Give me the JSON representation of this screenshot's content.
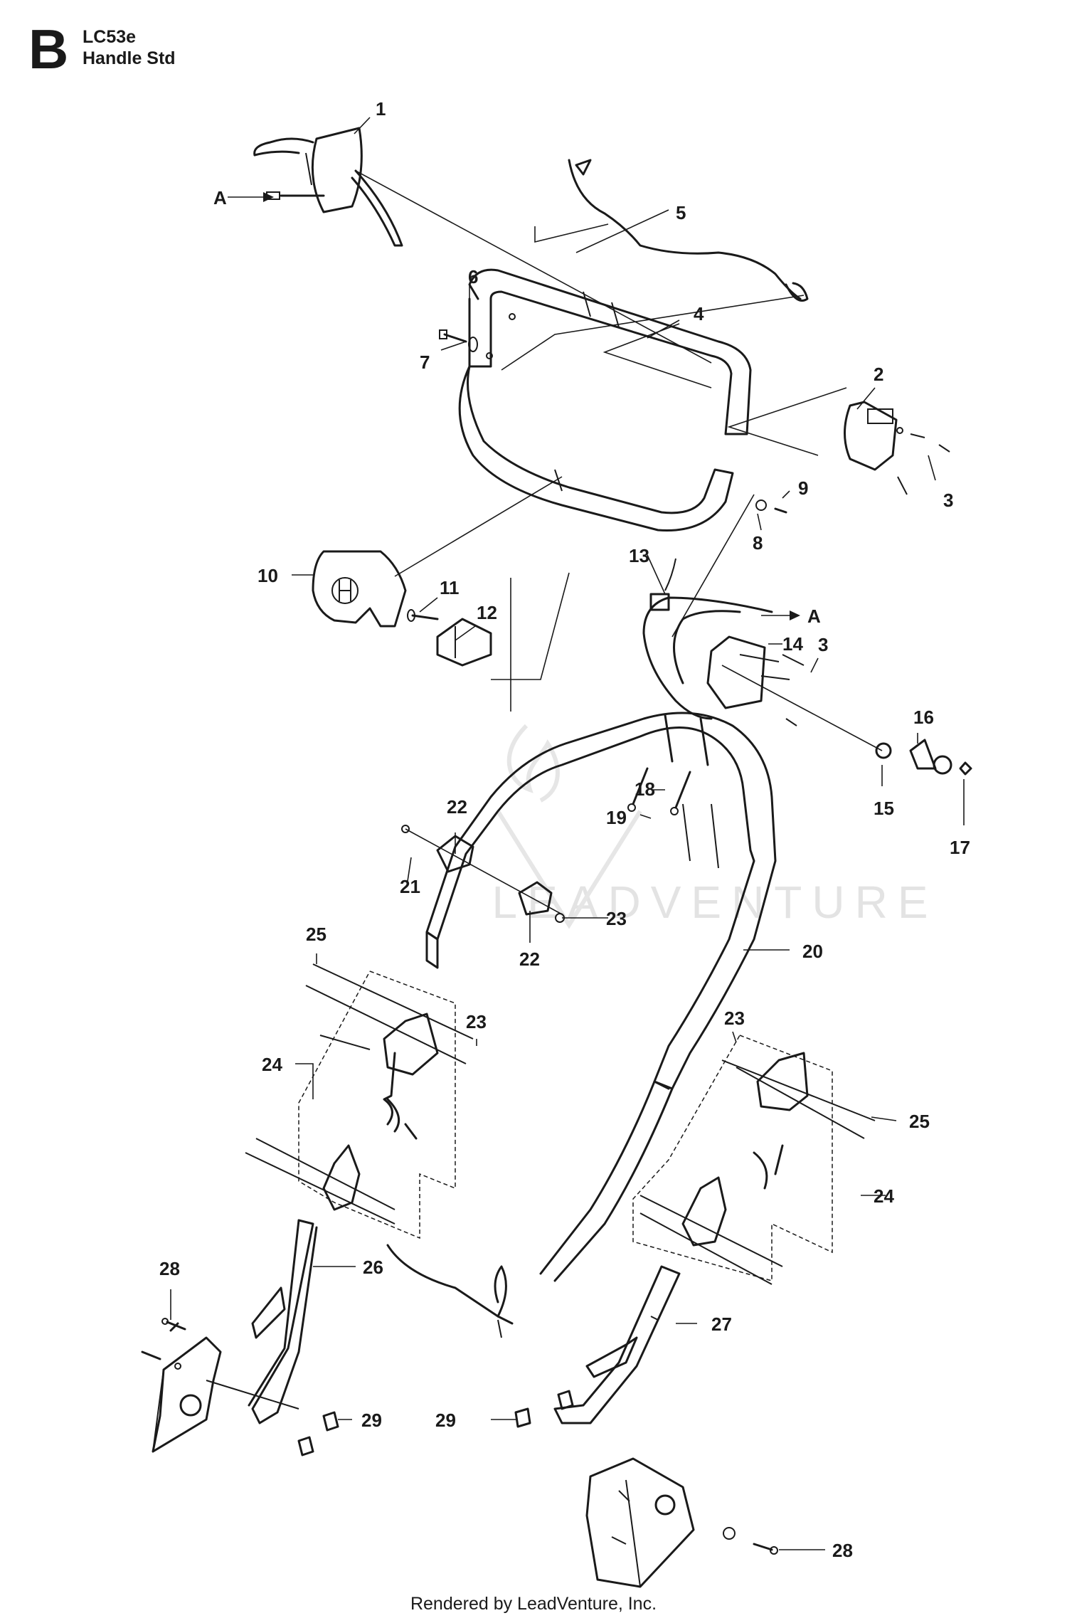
{
  "header": {
    "section_letter": "B",
    "model": "LC53e",
    "title": "Handle Std"
  },
  "watermark": "LEADVENTURE",
  "footer": "Rendered by LeadVenture, Inc.",
  "callouts": [
    {
      "id": "c1",
      "text": "1"
    },
    {
      "id": "c2",
      "text": "2"
    },
    {
      "id": "c3a",
      "text": "3"
    },
    {
      "id": "c3b",
      "text": "3"
    },
    {
      "id": "c4",
      "text": "4"
    },
    {
      "id": "c5",
      "text": "5"
    },
    {
      "id": "c6",
      "text": "6"
    },
    {
      "id": "c7",
      "text": "7"
    },
    {
      "id": "c8",
      "text": "8"
    },
    {
      "id": "c9",
      "text": "9"
    },
    {
      "id": "c10",
      "text": "10"
    },
    {
      "id": "c11",
      "text": "11"
    },
    {
      "id": "c12",
      "text": "12"
    },
    {
      "id": "c13",
      "text": "13"
    },
    {
      "id": "c14",
      "text": "14"
    },
    {
      "id": "c15",
      "text": "15"
    },
    {
      "id": "c16",
      "text": "16"
    },
    {
      "id": "c17",
      "text": "17"
    },
    {
      "id": "c18",
      "text": "18"
    },
    {
      "id": "c19",
      "text": "19"
    },
    {
      "id": "c20",
      "text": "20"
    },
    {
      "id": "c21",
      "text": "21"
    },
    {
      "id": "c22a",
      "text": "22"
    },
    {
      "id": "c22b",
      "text": "22"
    },
    {
      "id": "c23a",
      "text": "23"
    },
    {
      "id": "c23b",
      "text": "23"
    },
    {
      "id": "c23c",
      "text": "23"
    },
    {
      "id": "c24a",
      "text": "24"
    },
    {
      "id": "c24b",
      "text": "24"
    },
    {
      "id": "c25a",
      "text": "25"
    },
    {
      "id": "c25b",
      "text": "25"
    },
    {
      "id": "c26",
      "text": "26"
    },
    {
      "id": "c27",
      "text": "27"
    },
    {
      "id": "c28a",
      "text": "28"
    },
    {
      "id": "c28b",
      "text": "28"
    },
    {
      "id": "c29a",
      "text": "29"
    },
    {
      "id": "c29b",
      "text": "29"
    },
    {
      "id": "refA1",
      "text": "A"
    },
    {
      "id": "refA2",
      "text": "A"
    }
  ]
}
